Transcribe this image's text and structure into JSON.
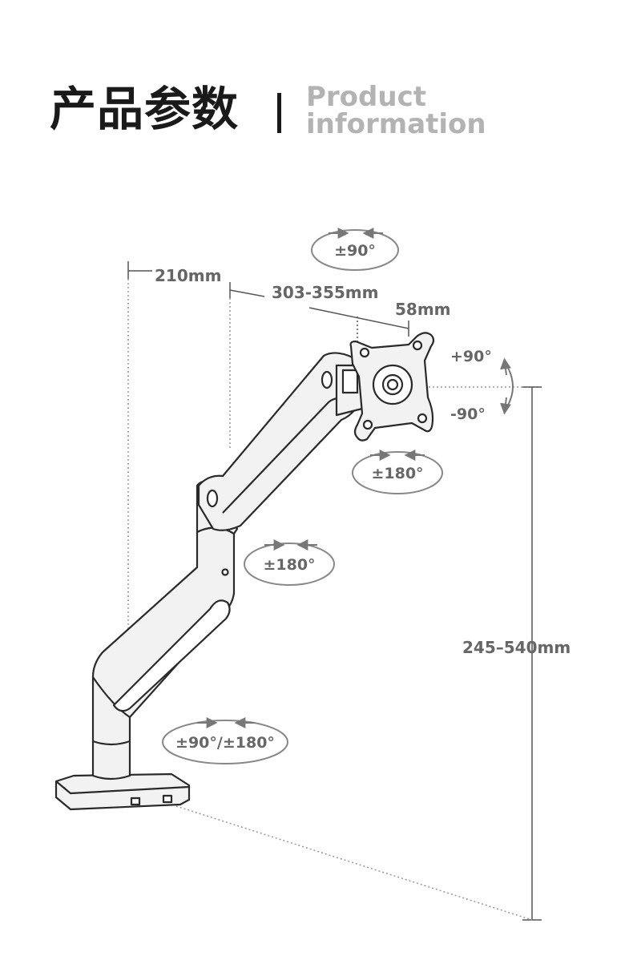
{
  "header": {
    "title_cn": "产品参数",
    "title_en_line1": "Product",
    "title_en_line2": "information"
  },
  "dimensions": {
    "base_offset": "210mm",
    "arm_length": "303-355mm",
    "head_depth": "58mm",
    "height_range": "245–540mm"
  },
  "rotations": {
    "tilt_top": "±90°",
    "tilt_up": "+90°",
    "tilt_down": "-90°",
    "swivel_head": "±180°",
    "swivel_elbow": "±180°",
    "swivel_base": "±90°/±180°"
  },
  "colors": {
    "outline": "#2a2a2a",
    "arm_fill": "#f2f2f2",
    "label": "#666666",
    "arrow": "#777777",
    "dotted": "#999999"
  }
}
